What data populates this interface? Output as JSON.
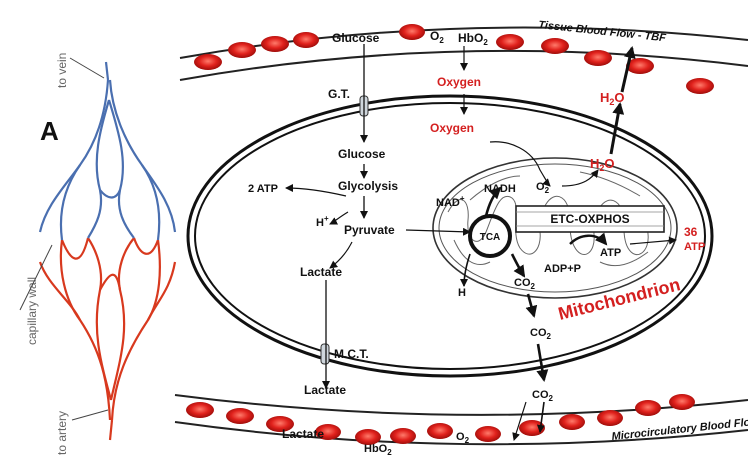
{
  "panel_letter": "A",
  "capillary": {
    "to_vein": "to vein",
    "capillary_wall": "capillary wall",
    "to_artery": "to artery"
  },
  "vessels": {
    "top_label": "Tissue Blood Flow - TBF",
    "bottom_label": "Microcirculatory Blood Flow"
  },
  "labels": {
    "glucose_top": "Glucose",
    "o2_top": "O",
    "o2_top_sub": "2",
    "hbo2_top": "HbO",
    "hbo2_top_sub": "2",
    "gt": "G.T.",
    "oxygen_1": "Oxygen",
    "oxygen_2": "Oxygen",
    "glucose_in": "Glucose",
    "glycolysis": "Glycolysis",
    "atp2": "2 ATP",
    "hplus": "H",
    "hplus_sup": "+",
    "pyruvate": "Pyruvate",
    "lactate_in": "Lactate",
    "mct": "M.C.T.",
    "lactate_out": "Lactate",
    "lactate_bottom": "Lactate",
    "hbo2_bottom": "HbO",
    "hbo2_bottom_sub": "2",
    "o2_bottom": "O",
    "o2_bottom_sub": "2",
    "co2_1": "CO",
    "co2_1_sub": "2",
    "co2_2": "CO",
    "co2_2_sub": "2",
    "co2_3": "CO",
    "co2_3_sub": "2",
    "h_mito": "H",
    "nad": "NAD",
    "nad_sup": "+",
    "nadh": "NADH",
    "o2_mito": "O",
    "o2_mito_sub": "2",
    "h2o_mito": "H",
    "h2o_mito_sub": "2",
    "h2o_mito_end": "O",
    "h2o_out": "H",
    "h2o_out_sub": "2",
    "h2o_out_end": "O",
    "etc": "ETC-OXPHOS",
    "tca": "TCA",
    "adp": "ADP+P",
    "atp": "ATP",
    "atp36_num": "36",
    "atp36_unit": "ATP",
    "mitochondrion": "Mitochondrion"
  },
  "colors": {
    "rbc": "#e0211c",
    "red_text": "#d42020",
    "artery": "#d8391e",
    "vein": "#4a6fb0"
  }
}
